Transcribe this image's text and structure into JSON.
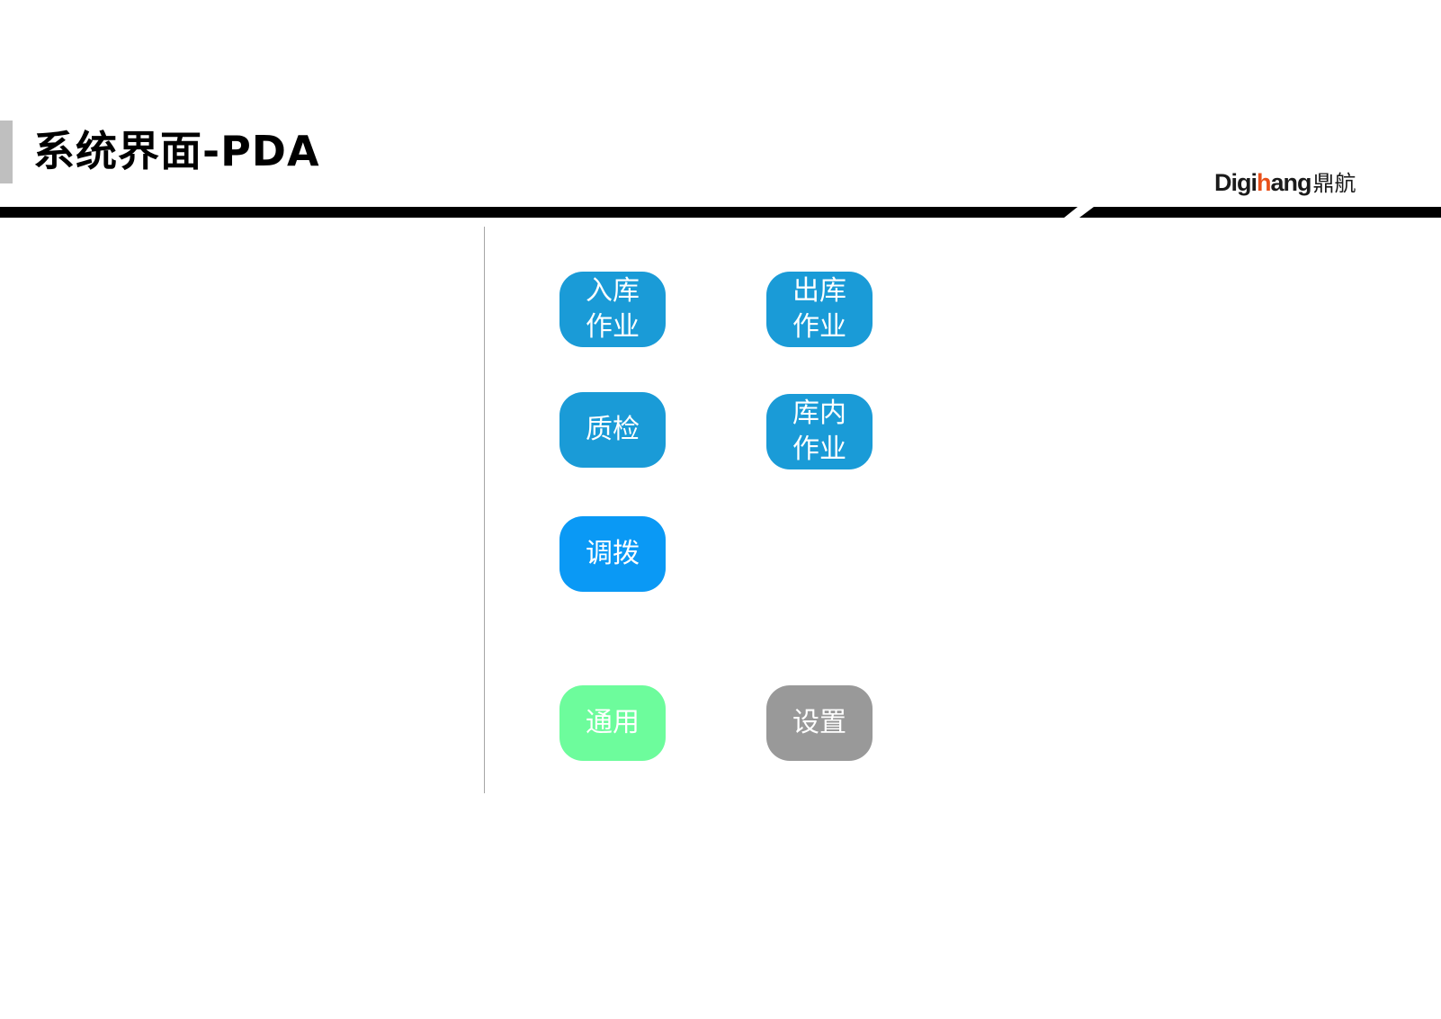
{
  "header": {
    "title": "系统界面-PDA",
    "logo": {
      "latin_prefix": "Digi",
      "latin_accent": "h",
      "latin_suffix": "ang",
      "cjk": "鼎航",
      "accent_color": "#e8501a"
    }
  },
  "colors": {
    "primary_tile": "#1a9bd7",
    "active_tile": "#0a99f5",
    "general_tile": "#6dfc9c",
    "settings_tile": "#999999",
    "rule": "#000000"
  },
  "menu": {
    "tiles": [
      {
        "id": "inbound",
        "label": "入库作业",
        "icon": "inbound-tile"
      },
      {
        "id": "outbound",
        "label": "出库作业",
        "icon": "outbound-tile"
      },
      {
        "id": "quality",
        "label": "质检",
        "icon": "quality-tile"
      },
      {
        "id": "internal",
        "label": "库内作业",
        "icon": "internal-tile"
      },
      {
        "id": "transfer",
        "label": "调拨",
        "icon": "transfer-tile"
      },
      {
        "id": "general",
        "label": "通用",
        "icon": "general-tile"
      },
      {
        "id": "settings",
        "label": "设置",
        "icon": "settings-tile"
      }
    ]
  }
}
